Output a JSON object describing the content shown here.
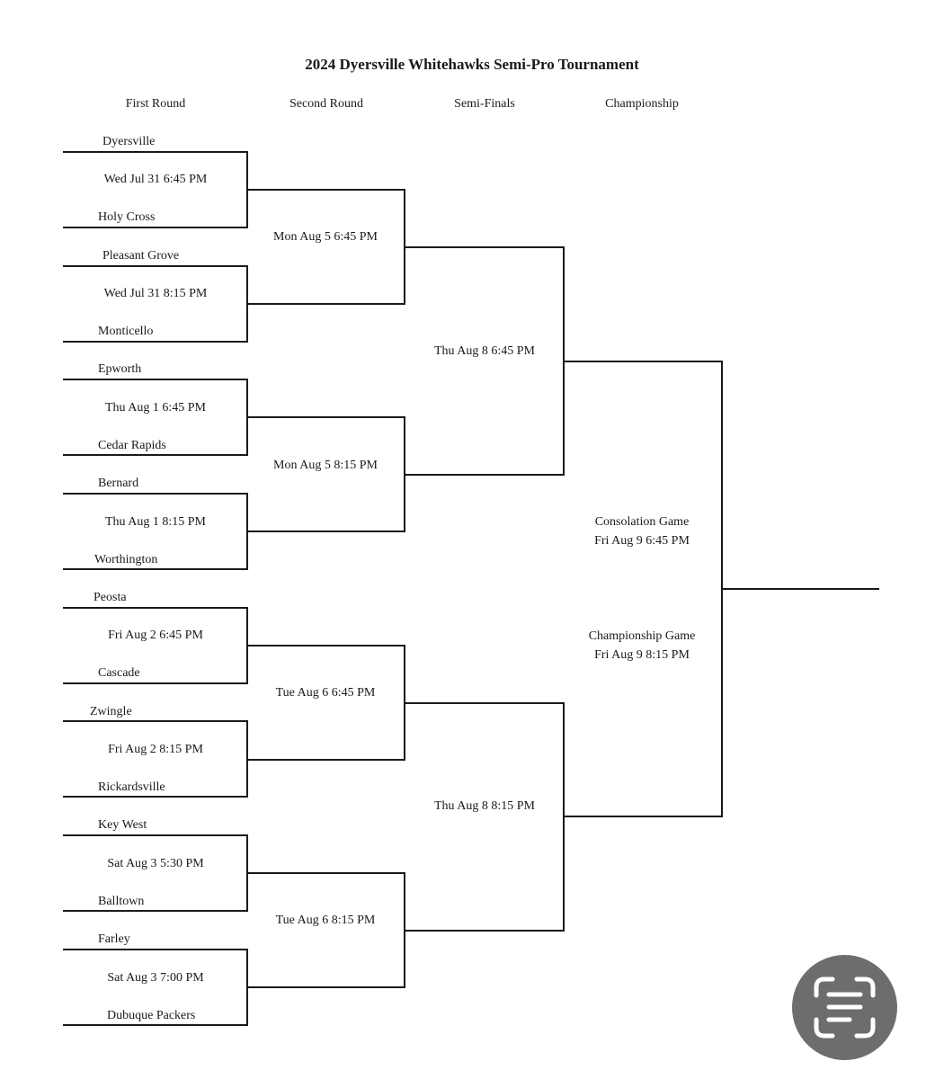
{
  "title": "2024 Dyersville Whitehawks Semi-Pro Tournament",
  "round_headers": [
    "First Round",
    "Second Round",
    "Semi-Finals",
    "Championship"
  ],
  "first_round": [
    {
      "team_top": "Dyersville",
      "time": "Wed Jul 31 6:45 PM",
      "team_bottom": "Holy Cross"
    },
    {
      "team_top": "Pleasant Grove",
      "time": "Wed Jul 31 8:15 PM",
      "team_bottom": "Monticello"
    },
    {
      "team_top": "Epworth",
      "time": "Thu Aug 1 6:45 PM",
      "team_bottom": "Cedar Rapids"
    },
    {
      "team_top": "Bernard",
      "time": "Thu Aug 1 8:15 PM",
      "team_bottom": "Worthington"
    },
    {
      "team_top": "Peosta",
      "time": "Fri Aug 2 6:45 PM",
      "team_bottom": "Cascade"
    },
    {
      "team_top": "Zwingle",
      "time": "Fri Aug 2 8:15 PM",
      "team_bottom": "Rickardsville"
    },
    {
      "team_top": "Key West",
      "time": "Sat Aug 3 5:30 PM",
      "team_bottom": "Balltown"
    },
    {
      "team_top": "Farley",
      "time": "Sat Aug 3 7:00 PM",
      "team_bottom": "Dubuque Packers"
    }
  ],
  "second_round": [
    "Mon Aug 5 6:45 PM",
    "Mon Aug 5 8:15 PM",
    "Tue Aug 6 6:45 PM",
    "Tue Aug 6 8:15 PM"
  ],
  "semi_finals": [
    "Thu Aug 8 6:45 PM",
    "Thu Aug 8 8:15 PM"
  ],
  "championship": {
    "consolation_label": "Consolation Game",
    "consolation_time": "Fri Aug 9 6:45 PM",
    "championship_label": "Championship Game",
    "championship_time": "Fri Aug 9 8:15 PM"
  },
  "icons": {
    "scan_button": "text-scan-icon"
  }
}
